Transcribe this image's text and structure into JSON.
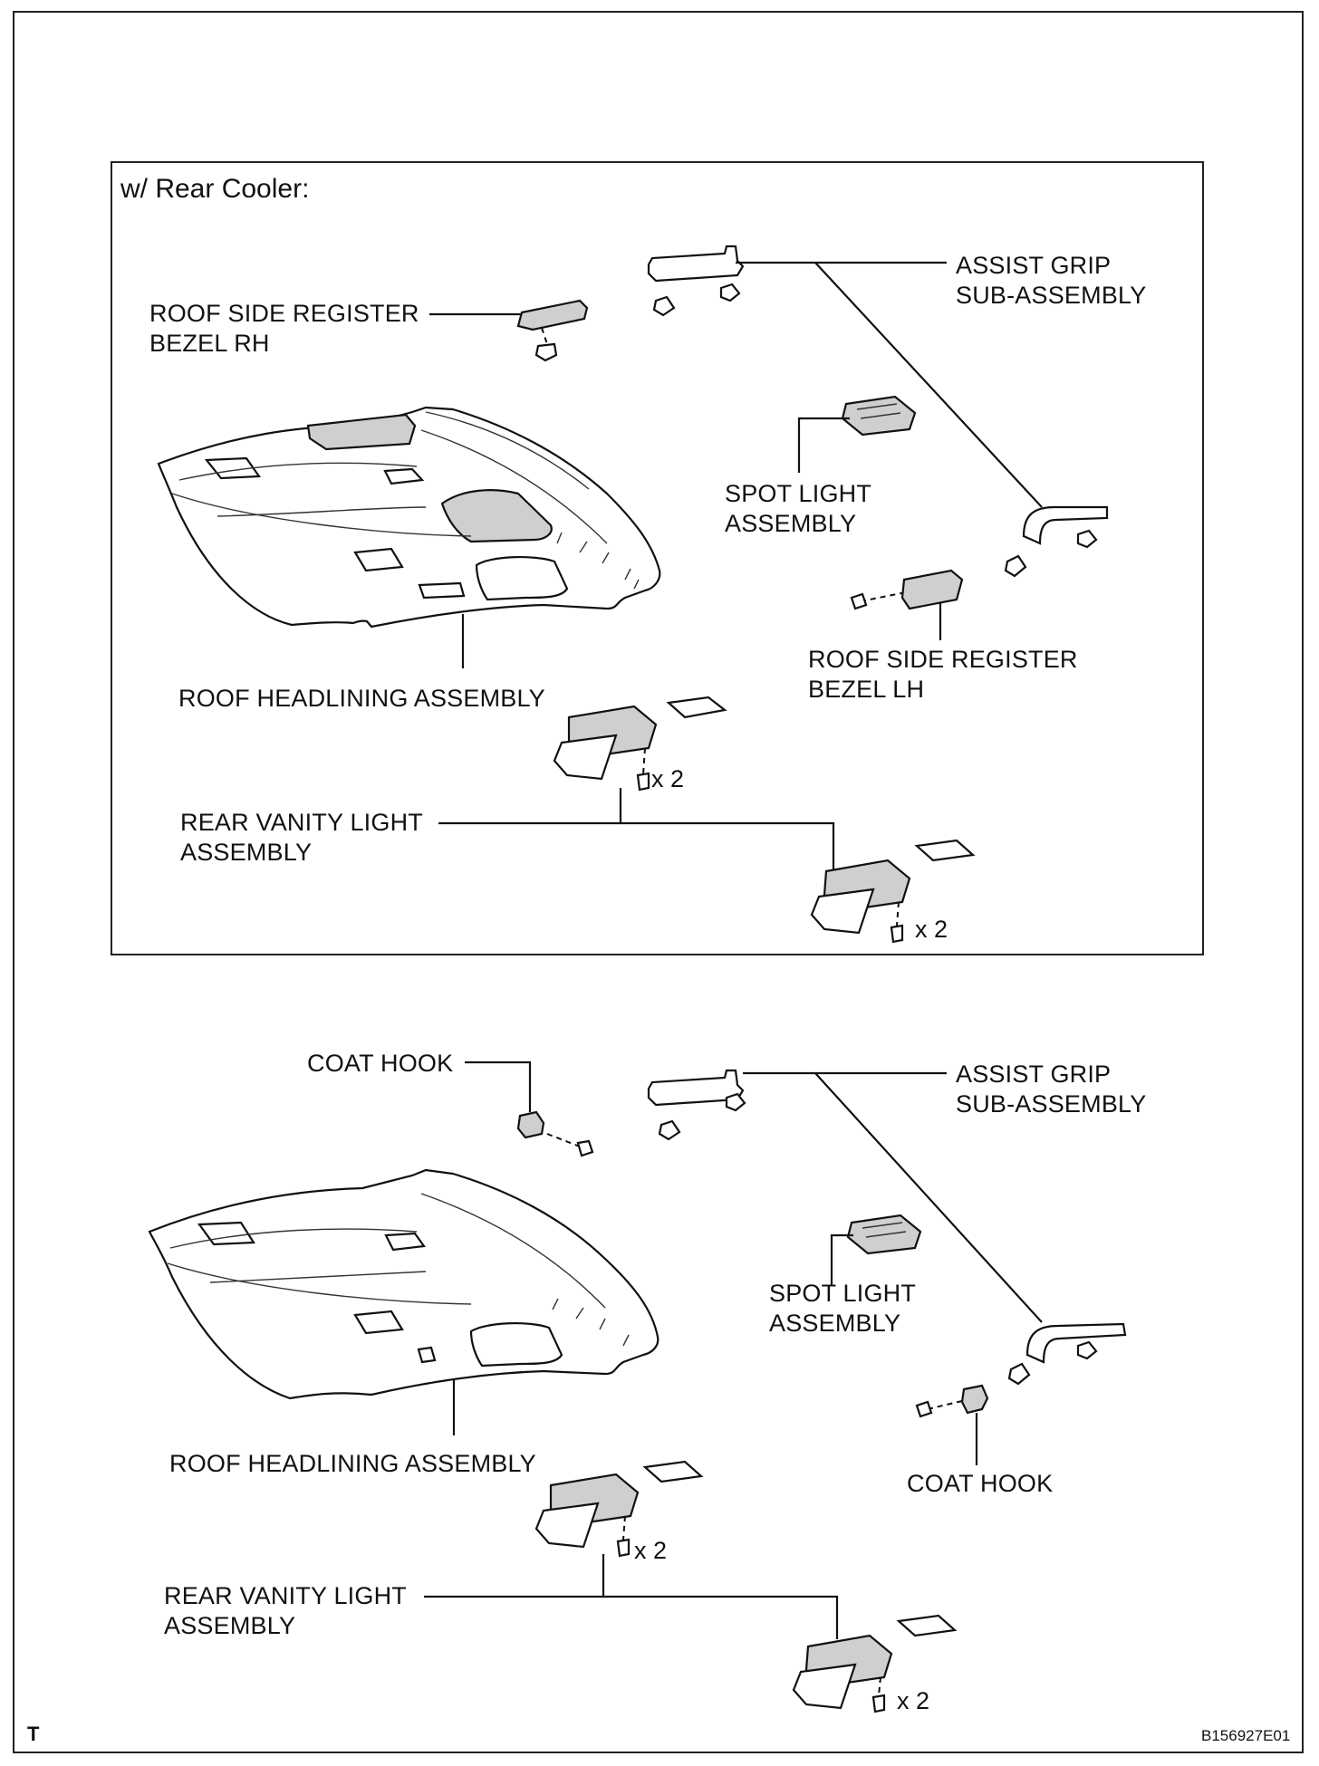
{
  "inset_title": "w/ Rear Cooler:",
  "top": {
    "assist_grip": "ASSIST GRIP\nSUB-ASSEMBLY",
    "roof_side_register_rh": "ROOF SIDE REGISTER\nBEZEL RH",
    "spot_light": "SPOT LIGHT\nASSEMBLY",
    "roof_side_register_lh": "ROOF SIDE REGISTER\nBEZEL LH",
    "roof_headlining": "ROOF HEADLINING ASSEMBLY",
    "rear_vanity_light": "REAR VANITY LIGHT\nASSEMBLY",
    "qty_a": "x 2",
    "qty_b": "x 2"
  },
  "bottom": {
    "coat_hook_left": "COAT HOOK",
    "assist_grip": "ASSIST GRIP\nSUB-ASSEMBLY",
    "spot_light": "SPOT LIGHT\nASSEMBLY",
    "roof_headlining": "ROOF HEADLINING ASSEMBLY",
    "coat_hook_right": "COAT HOOK",
    "rear_vanity_light": "REAR VANITY LIGHT\nASSEMBLY",
    "qty_a": "x 2",
    "qty_b": "x 2"
  },
  "corner_mark": "T",
  "figure_code": "B156927E01"
}
